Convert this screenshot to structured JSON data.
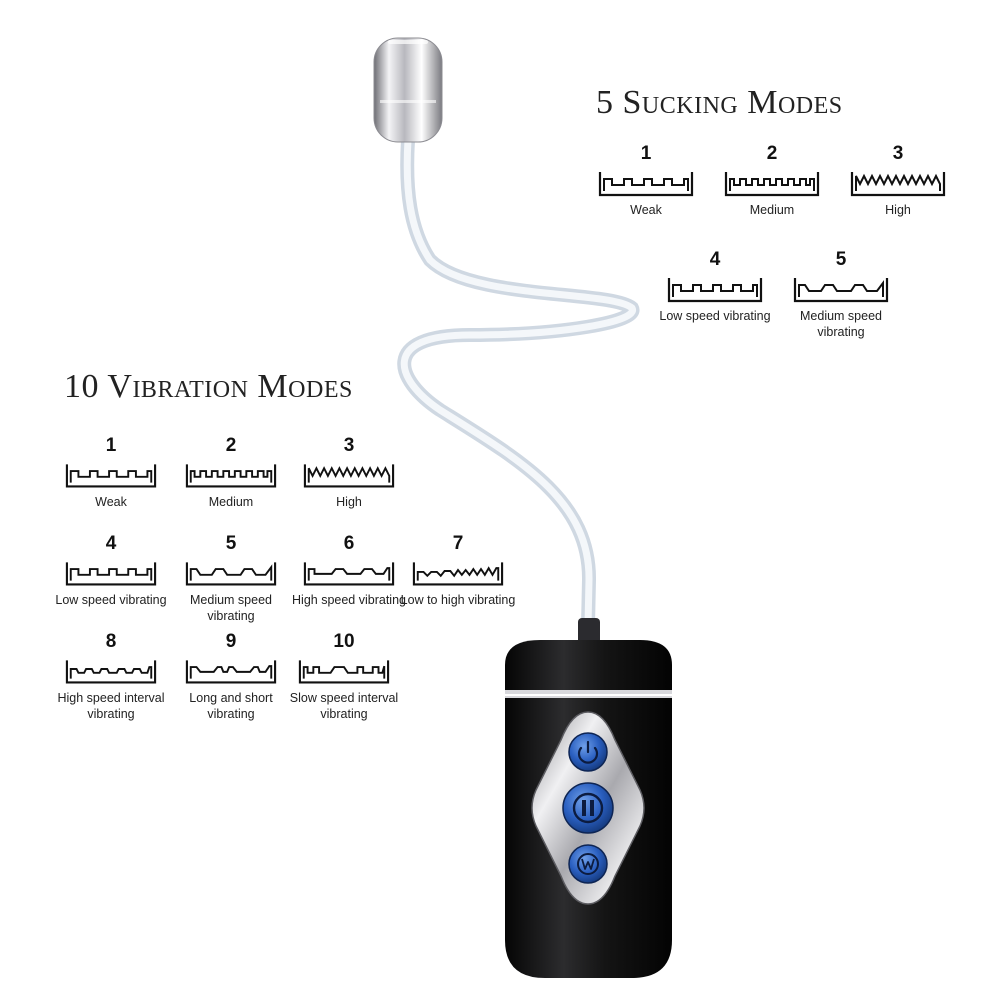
{
  "sucking_section": {
    "title": "5 Sucking Modes",
    "modes": [
      {
        "number": "1",
        "label": "Weak",
        "pattern": "square-sparse"
      },
      {
        "number": "2",
        "label": "Medium",
        "pattern": "square-dense"
      },
      {
        "number": "3",
        "label": "High",
        "pattern": "sawtooth"
      },
      {
        "number": "4",
        "label": "Low speed vibrating",
        "pattern": "square-sparse"
      },
      {
        "number": "5",
        "label": "Medium speed vibrating",
        "pattern": "slope"
      }
    ]
  },
  "vibration_section": {
    "title": "10 Vibration Modes",
    "modes": [
      {
        "number": "1",
        "label": "Weak",
        "pattern": "square-sparse"
      },
      {
        "number": "2",
        "label": "Medium",
        "pattern": "square-dense"
      },
      {
        "number": "3",
        "label": "High",
        "pattern": "sawtooth"
      },
      {
        "number": "4",
        "label": "Low speed vibrating",
        "pattern": "square-sparse"
      },
      {
        "number": "5",
        "label": "Medium speed vibrating",
        "pattern": "slope"
      },
      {
        "number": "6",
        "label": "High speed vibrating",
        "pattern": "bumps"
      },
      {
        "number": "7",
        "label": "Low to high vibrating",
        "pattern": "ramp-zigzag"
      },
      {
        "number": "8",
        "label": "High speed interval vibrating",
        "pattern": "interval"
      },
      {
        "number": "9",
        "label": "Long and short vibrating",
        "pattern": "long-short"
      },
      {
        "number": "10",
        "label": "Slow speed interval vibrating",
        "pattern": "slow-interval"
      }
    ]
  },
  "controller": {
    "buttons": [
      {
        "name": "power",
        "icon": "power-icon"
      },
      {
        "name": "pause",
        "icon": "pause-icon"
      },
      {
        "name": "mode",
        "icon": "w-mode-icon"
      }
    ],
    "colors": {
      "body": "#141414",
      "button": "#2a5fc0",
      "chrome": "#d8d8dc"
    }
  }
}
